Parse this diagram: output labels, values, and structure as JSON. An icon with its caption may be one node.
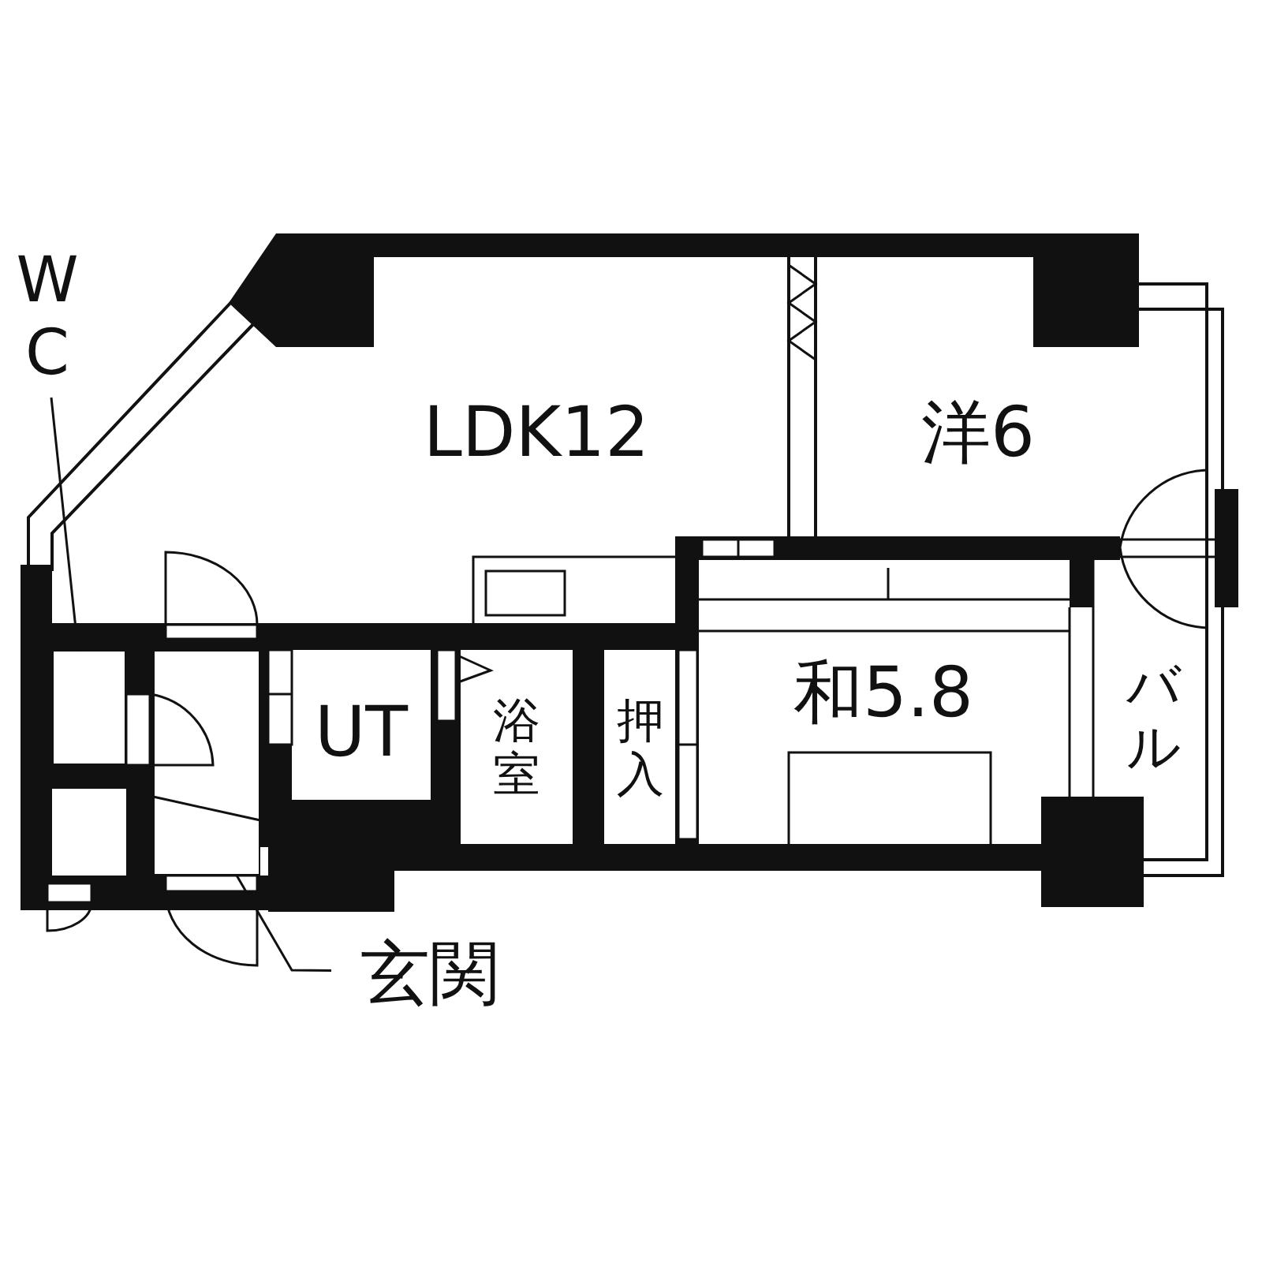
{
  "diagram": {
    "nodes": [
      {
        "text": [
          "LDK12"
        ]
      },
      {
        "text": [
          "洋6"
        ]
      },
      {
        "text": [
          "UT"
        ]
      },
      {
        "text": [
          "浴室"
        ]
      },
      {
        "text": [
          "押入"
        ]
      },
      {
        "text": [
          "和5.8"
        ]
      },
      {
        "text": [
          "バル"
        ]
      },
      {
        "text": [
          "WC"
        ]
      },
      {
        "text": [],
        "shape": "box"
      },
      {
        "text": [
          "玄関"
        ]
      },
      {
        "text": [],
        "shape": "box"
      }
    ],
    "edges": [
      {
        "from": 7,
        "to": 8,
        "arrow": "none"
      },
      {
        "from": 9,
        "to": 10,
        "arrow": "none"
      }
    ]
  }
}
